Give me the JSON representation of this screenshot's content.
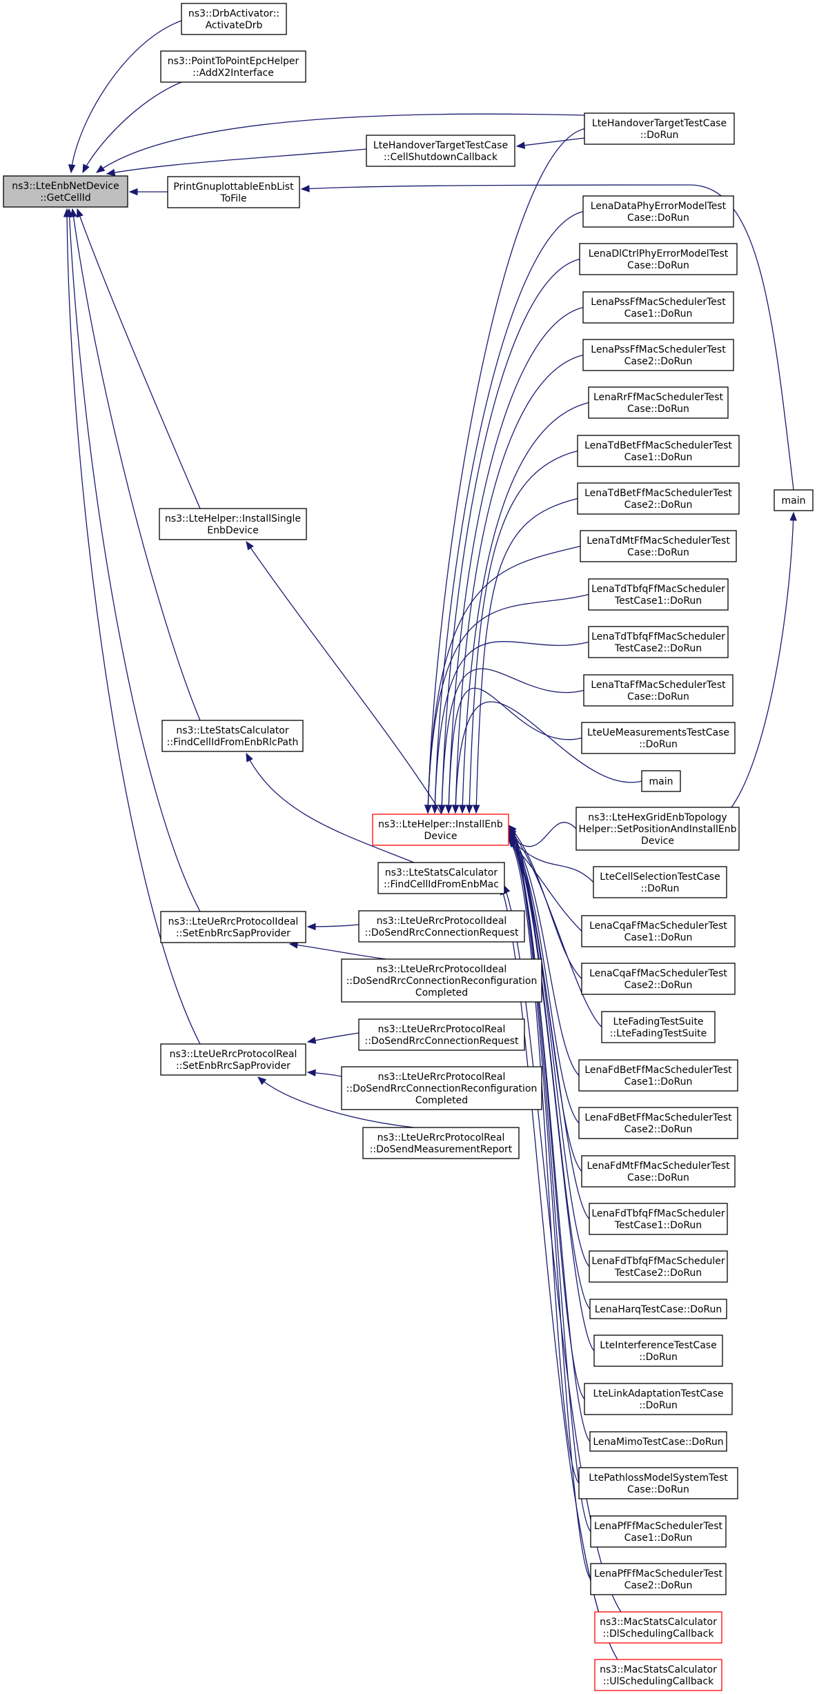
{
  "nodes": {
    "root": {
      "lines": [
        "ns3::LteEnbNetDevice",
        "::GetCellId"
      ],
      "highlight": true
    },
    "activateDrb": {
      "lines": [
        "ns3::DrbActivator::",
        "ActivateDrb"
      ]
    },
    "addX2": {
      "lines": [
        "ns3::PointToPointEpcHelper",
        "::AddX2Interface"
      ]
    },
    "hoDoRun": {
      "lines": [
        "LteHandoverTargetTestCase",
        "::DoRun"
      ]
    },
    "cellShutdown": {
      "lines": [
        "LteHandoverTargetTestCase",
        "::CellShutdownCallback"
      ]
    },
    "printGnuplot": {
      "lines": [
        "PrintGnuplottableEnbList",
        "ToFile"
      ]
    },
    "installSingle": {
      "lines": [
        "ns3::LteHelper::InstallSingle",
        "EnbDevice"
      ]
    },
    "findRlcPath": {
      "lines": [
        "ns3::LteStatsCalculator",
        "::FindCellIdFromEnbRlcPath"
      ]
    },
    "findEnbMac": {
      "lines": [
        "ns3::LteStatsCalculator",
        "::FindCellIdFromEnbMac"
      ]
    },
    "idealSap": {
      "lines": [
        "ns3::LteUeRrcProtocolIdeal",
        "::SetEnbRrcSapProvider"
      ]
    },
    "idealReq": {
      "lines": [
        "ns3::LteUeRrcProtocolIdeal",
        "::DoSendRrcConnectionRequest"
      ]
    },
    "idealReconf": {
      "lines": [
        "ns3::LteUeRrcProtocolIdeal",
        "::DoSendRrcConnectionReconfiguration",
        "Completed"
      ]
    },
    "realSap": {
      "lines": [
        "ns3::LteUeRrcProtocolReal",
        "::SetEnbRrcSapProvider"
      ]
    },
    "realReq": {
      "lines": [
        "ns3::LteUeRrcProtocolReal",
        "::DoSendRrcConnectionRequest"
      ]
    },
    "realReconf": {
      "lines": [
        "ns3::LteUeRrcProtocolReal",
        "::DoSendRrcConnectionReconfiguration",
        "Completed"
      ]
    },
    "realMeas": {
      "lines": [
        "ns3::LteUeRrcProtocolReal",
        "::DoSendMeasurementReport"
      ]
    },
    "installEnb": {
      "lines": [
        "ns3::LteHelper::InstallEnb",
        "Device"
      ],
      "red": true
    },
    "main1": {
      "lines": [
        "main"
      ]
    },
    "main2": {
      "lines": [
        "main"
      ]
    },
    "hexGrid": {
      "lines": [
        "ns3::LteHexGridEnbTopology",
        "Helper::SetPositionAndInstallEnb",
        "Device"
      ]
    },
    "dataPhy": {
      "lines": [
        "LenaDataPhyErrorModelTest",
        "Case::DoRun"
      ]
    },
    "dlCtrl": {
      "lines": [
        "LenaDlCtrlPhyErrorModelTest",
        "Case::DoRun"
      ]
    },
    "pss1": {
      "lines": [
        "LenaPssFfMacSchedulerTest",
        "Case1::DoRun"
      ]
    },
    "pss2": {
      "lines": [
        "LenaPssFfMacSchedulerTest",
        "Case2::DoRun"
      ]
    },
    "rr": {
      "lines": [
        "LenaRrFfMacSchedulerTest",
        "Case::DoRun"
      ]
    },
    "tdBet1": {
      "lines": [
        "LenaTdBetFfMacSchedulerTest",
        "Case1::DoRun"
      ]
    },
    "tdBet2": {
      "lines": [
        "LenaTdBetFfMacSchedulerTest",
        "Case2::DoRun"
      ]
    },
    "tdMt": {
      "lines": [
        "LenaTdMtFfMacSchedulerTest",
        "Case::DoRun"
      ]
    },
    "tdTbfq1": {
      "lines": [
        "LenaTdTbfqFfMacScheduler",
        "TestCase1::DoRun"
      ]
    },
    "tdTbfq2": {
      "lines": [
        "LenaTdTbfqFfMacScheduler",
        "TestCase2::DoRun"
      ]
    },
    "tta": {
      "lines": [
        "LenaTtaFfMacSchedulerTest",
        "Case::DoRun"
      ]
    },
    "ueMeas": {
      "lines": [
        "LteUeMeasurementsTestCase",
        "::DoRun"
      ]
    },
    "cellSel": {
      "lines": [
        "LteCellSelectionTestCase",
        "::DoRun"
      ]
    },
    "cqa1": {
      "lines": [
        "LenaCqaFfMacSchedulerTest",
        "Case1::DoRun"
      ]
    },
    "cqa2": {
      "lines": [
        "LenaCqaFfMacSchedulerTest",
        "Case2::DoRun"
      ]
    },
    "fading": {
      "lines": [
        "LteFadingTestSuite",
        "::LteFadingTestSuite"
      ]
    },
    "fdBet1": {
      "lines": [
        "LenaFdBetFfMacSchedulerTest",
        "Case1::DoRun"
      ]
    },
    "fdBet2": {
      "lines": [
        "LenaFdBetFfMacSchedulerTest",
        "Case2::DoRun"
      ]
    },
    "fdMt": {
      "lines": [
        "LenaFdMtFfMacSchedulerTest",
        "Case::DoRun"
      ]
    },
    "fdTbfq1": {
      "lines": [
        "LenaFdTbfqFfMacScheduler",
        "TestCase1::DoRun"
      ]
    },
    "fdTbfq2": {
      "lines": [
        "LenaFdTbfqFfMacScheduler",
        "TestCase2::DoRun"
      ]
    },
    "harq": {
      "lines": [
        "LenaHarqTestCase::DoRun"
      ]
    },
    "interf": {
      "lines": [
        "LteInterferenceTestCase",
        "::DoRun"
      ]
    },
    "linkAd": {
      "lines": [
        "LteLinkAdaptationTestCase",
        "::DoRun"
      ]
    },
    "mimo": {
      "lines": [
        "LenaMimoTestCase::DoRun"
      ]
    },
    "pathloss": {
      "lines": [
        "LtePathlossModelSystemTest",
        "Case::DoRun"
      ]
    },
    "pf1": {
      "lines": [
        "LenaPfFfMacSchedulerTest",
        "Case1::DoRun"
      ]
    },
    "pf2": {
      "lines": [
        "LenaPfFfMacSchedulerTest",
        "Case2::DoRun"
      ]
    },
    "dlSched": {
      "lines": [
        "ns3::MacStatsCalculator",
        "::DlSchedulingCallback"
      ],
      "red": true
    },
    "ulSched": {
      "lines": [
        "ns3::MacStatsCalculator",
        "::UlSchedulingCallback"
      ],
      "red": true
    }
  },
  "edges": [
    [
      "activateDrb",
      "root"
    ],
    [
      "addX2",
      "root"
    ],
    [
      "hoDoRun",
      "root"
    ],
    [
      "cellShutdown",
      "root"
    ],
    [
      "printGnuplot",
      "root"
    ],
    [
      "installSingle",
      "root"
    ],
    [
      "findRlcPath",
      "root"
    ],
    [
      "idealSap",
      "root"
    ],
    [
      "realSap",
      "root"
    ],
    [
      "hoDoRun",
      "cellShutdown"
    ],
    [
      "main1",
      "printGnuplot"
    ],
    [
      "hexGrid",
      "main1"
    ],
    [
      "installEnb",
      "installSingle"
    ],
    [
      "findEnbMac",
      "findRlcPath"
    ],
    [
      "idealReq",
      "idealSap"
    ],
    [
      "idealReconf",
      "idealSap"
    ],
    [
      "realReq",
      "realSap"
    ],
    [
      "realReconf",
      "realSap"
    ],
    [
      "realMeas",
      "realSap"
    ],
    [
      "hoDoRun",
      "installEnb"
    ],
    [
      "dataPhy",
      "installEnb"
    ],
    [
      "dlCtrl",
      "installEnb"
    ],
    [
      "pss1",
      "installEnb"
    ],
    [
      "pss2",
      "installEnb"
    ],
    [
      "rr",
      "installEnb"
    ],
    [
      "tdBet1",
      "installEnb"
    ],
    [
      "tdBet2",
      "installEnb"
    ],
    [
      "tdMt",
      "installEnb"
    ],
    [
      "tdTbfq1",
      "installEnb"
    ],
    [
      "tdTbfq2",
      "installEnb"
    ],
    [
      "tta",
      "installEnb"
    ],
    [
      "ueMeas",
      "installEnb"
    ],
    [
      "main2",
      "installEnb"
    ],
    [
      "hexGrid",
      "installEnb"
    ],
    [
      "cellSel",
      "installEnb"
    ],
    [
      "cqa1",
      "installEnb"
    ],
    [
      "cqa2",
      "installEnb"
    ],
    [
      "fading",
      "installEnb"
    ],
    [
      "fdBet1",
      "installEnb"
    ],
    [
      "fdBet2",
      "installEnb"
    ],
    [
      "fdMt",
      "installEnb"
    ],
    [
      "fdTbfq1",
      "installEnb"
    ],
    [
      "fdTbfq2",
      "installEnb"
    ],
    [
      "harq",
      "installEnb"
    ],
    [
      "interf",
      "installEnb"
    ],
    [
      "linkAd",
      "installEnb"
    ],
    [
      "mimo",
      "installEnb"
    ],
    [
      "pathloss",
      "installEnb"
    ],
    [
      "pf1",
      "installEnb"
    ],
    [
      "pf2",
      "installEnb"
    ],
    [
      "dlSched",
      "findEnbMac"
    ],
    [
      "ulSched",
      "findEnbMac"
    ]
  ]
}
